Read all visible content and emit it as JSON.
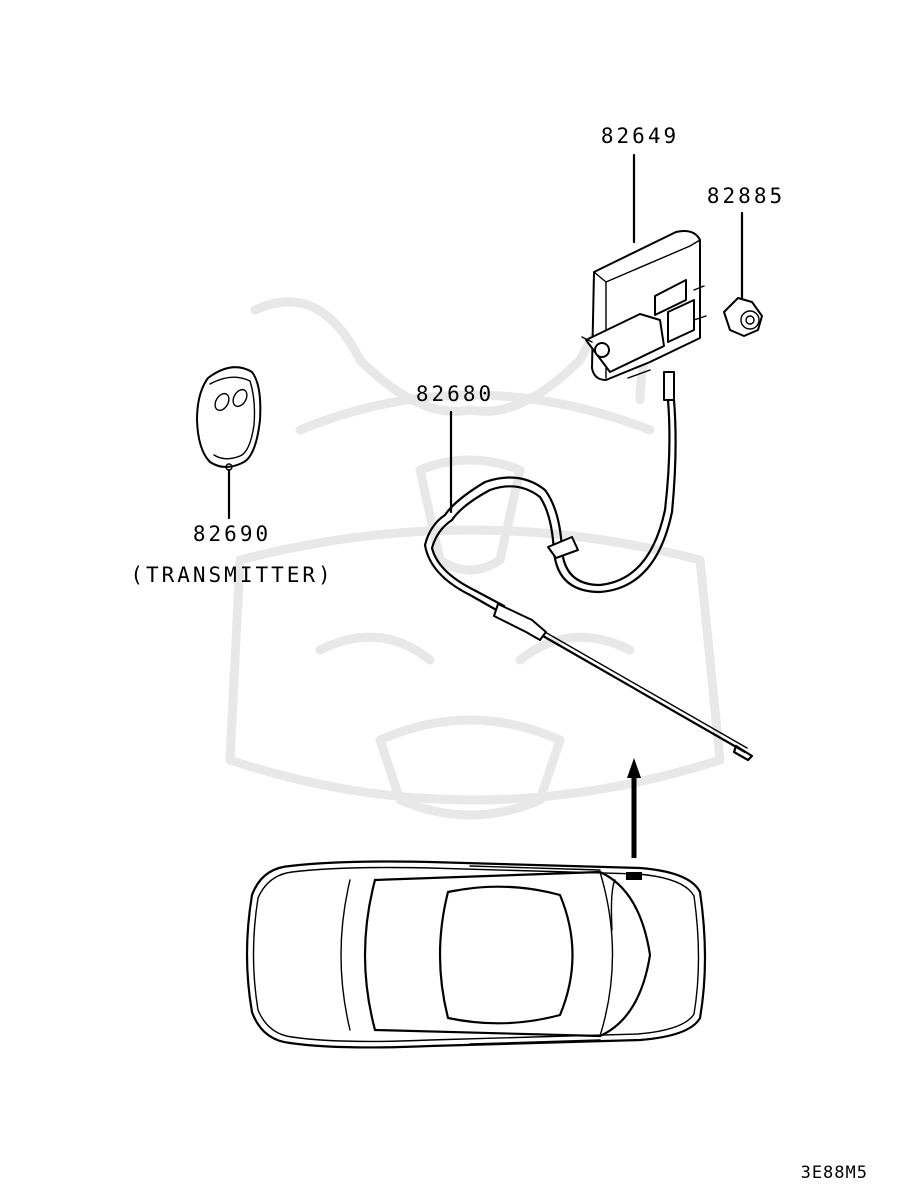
{
  "parts": {
    "receiver_unit": "82649",
    "grommet": "82885",
    "antenna": "82680",
    "transmitter": "82690",
    "transmitter_caption": "(TRANSMITTER)"
  },
  "diagram_code": "3E88M5",
  "colors": {
    "line": "#000000",
    "watermark": "#e6e6e6",
    "background": "#ffffff"
  },
  "icons": {
    "watermark": "samurai-mask-watermark",
    "vehicle": "sedan-top-view",
    "transmitter": "key-fob-transmitter"
  }
}
